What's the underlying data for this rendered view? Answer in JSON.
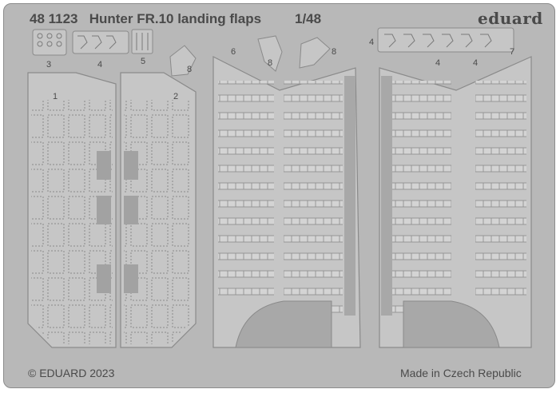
{
  "sheet": {
    "code": "48 1123",
    "title": "Hunter FR.10 landing flaps",
    "scale": "1/48",
    "brand": "eduard",
    "copyright": "© EDUARD 2023",
    "origin": "Made in Czech Republic"
  },
  "part_numbers": [
    "1",
    "2",
    "3",
    "4",
    "5",
    "6",
    "7",
    "8"
  ],
  "colors": {
    "fret": "#b8b8b8",
    "part": "#c6c6c6",
    "edge": "#8a8a8a",
    "text": "#4a4a4a"
  }
}
